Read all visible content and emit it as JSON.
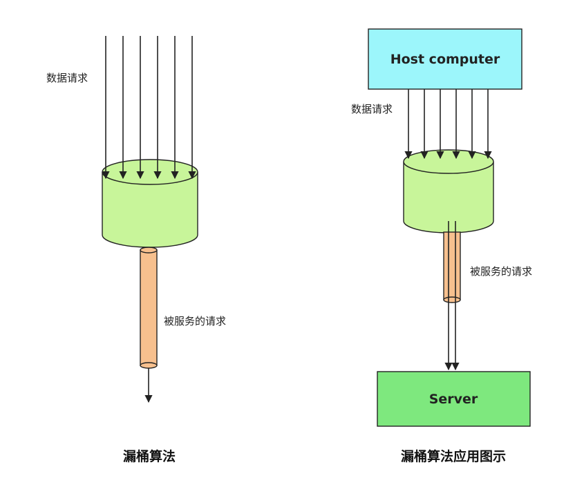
{
  "left_diagram": {
    "request_label": "数据请求",
    "served_label": "被服务的请求",
    "caption": "漏桶算法"
  },
  "right_diagram": {
    "host_label": "Host computer",
    "request_label": "数据请求",
    "served_label": "被服务的请求",
    "server_label": "Server",
    "caption": "漏桶算法应用图示"
  },
  "colors": {
    "bucket_fill": "#c8f59a",
    "pipe_fill": "#f7c08e",
    "host_fill": "#9cf6fb",
    "server_fill": "#7ee87e",
    "stroke": "#222222"
  }
}
